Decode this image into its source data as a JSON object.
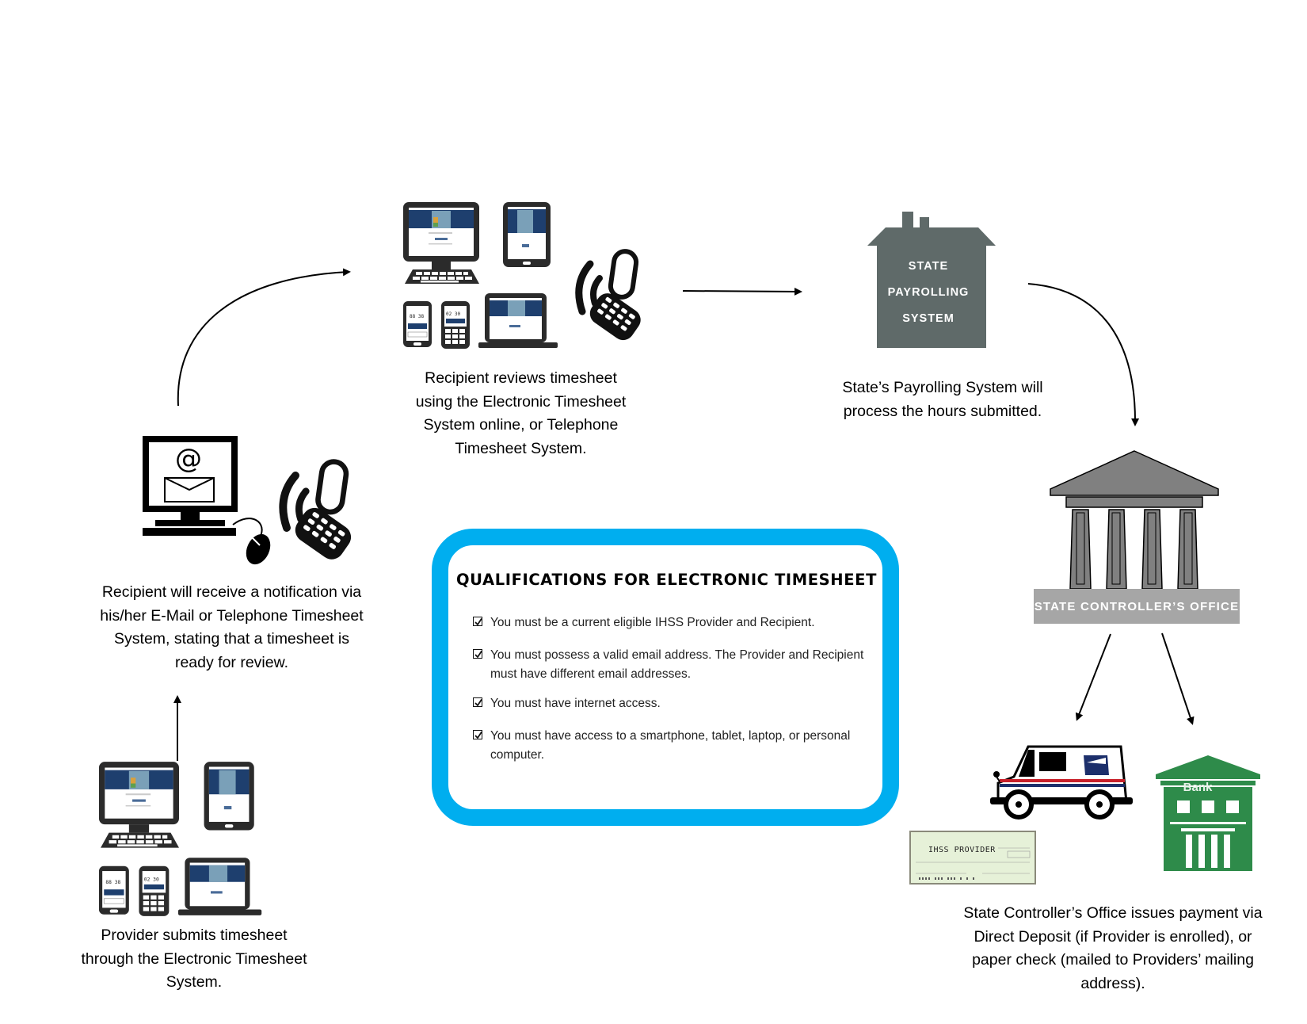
{
  "steps": {
    "provider_submits": {
      "icon": "multi-device-icon",
      "lines": [
        "Provider submits timesheet",
        "through the Electronic Timesheet",
        "System."
      ]
    },
    "recipient_notified": {
      "icon": "email-and-phone-icon",
      "lines": [
        "Recipient will receive a notification via",
        "his/her E-Mail or Telephone Timesheet",
        "System, stating that a timesheet is",
        "ready for review."
      ]
    },
    "recipient_reviews": {
      "icon": "multi-device-icon",
      "lines": [
        "Recipient reviews timesheet",
        "using the Electronic Timesheet",
        "System online, or Telephone",
        "Timesheet System."
      ]
    },
    "payroll_processes": {
      "icon": "house-icon",
      "building_label": [
        "STATE",
        "PAYROLLING",
        "SYSTEM"
      ],
      "lines": [
        "State’s Payrolling System will",
        "process the hours submitted."
      ]
    },
    "sco_issues_payment": {
      "icon": "government-building-icon",
      "banner": "STATE CONTROLLER’S OFFICE",
      "check_payee": "IHSS PROVIDER",
      "bank_label": "Bank",
      "lines": [
        "State Controller’s Office issues payment via",
        "Direct Deposit (if Provider is enrolled), or",
        "paper check (mailed to Providers’ mailing",
        "address)."
      ]
    }
  },
  "qualifications": {
    "title": "QUALIFICATIONS FOR  ELECTRONIC TIMESHEET",
    "items": [
      "You must be a current eligible IHSS Provider and Recipient.",
      "You must possess a valid email address. The Provider and Recipient must have different email addresses.",
      "You must have internet access.",
      "You must have access to a smartphone, tablet, laptop, or personal computer."
    ]
  },
  "colors": {
    "qual_border": "#00aeef",
    "house": "#5f6a69",
    "sco_building": "#808080",
    "sco_banner": "#a6a6a6",
    "bank": "#2e8b4a",
    "screen_blue": "#1e3f6e"
  }
}
